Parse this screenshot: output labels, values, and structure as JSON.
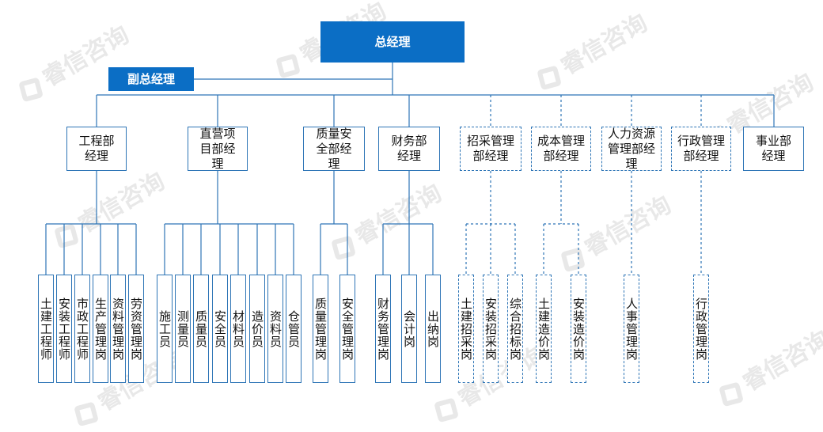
{
  "watermark": "睿信咨询",
  "top": {
    "gm": "总经理",
    "vgm": "副总经理"
  },
  "departments": [
    "工程部经理",
    "直营项目部经理",
    "质量安全部经理",
    "财务部经理",
    "招采管理部经理",
    "成本管理部经理",
    "人力资源管理部经理",
    "行政管理部经理",
    "事业部经理"
  ],
  "positions": {
    "eng": [
      "土建工程师",
      "安装工程师",
      "市政工程师",
      "生产管理岗",
      "资料管理岗",
      "劳资管理岗"
    ],
    "proj": [
      "施工员",
      "测量员",
      "质量员",
      "安全员",
      "材料员",
      "造价员",
      "资料员",
      "仓管员"
    ],
    "qs": [
      "质量管理岗",
      "安全管理岗"
    ],
    "fin": [
      "财务管理岗",
      "会计岗",
      "出纳岗"
    ],
    "proc": [
      "土建招采岗",
      "安装招采岗",
      "综合招标岗"
    ],
    "cost": [
      "土建造价岗",
      "安装造价岗"
    ],
    "hr": [
      "人事管理岗"
    ],
    "adm": [
      "行政管理岗"
    ]
  }
}
